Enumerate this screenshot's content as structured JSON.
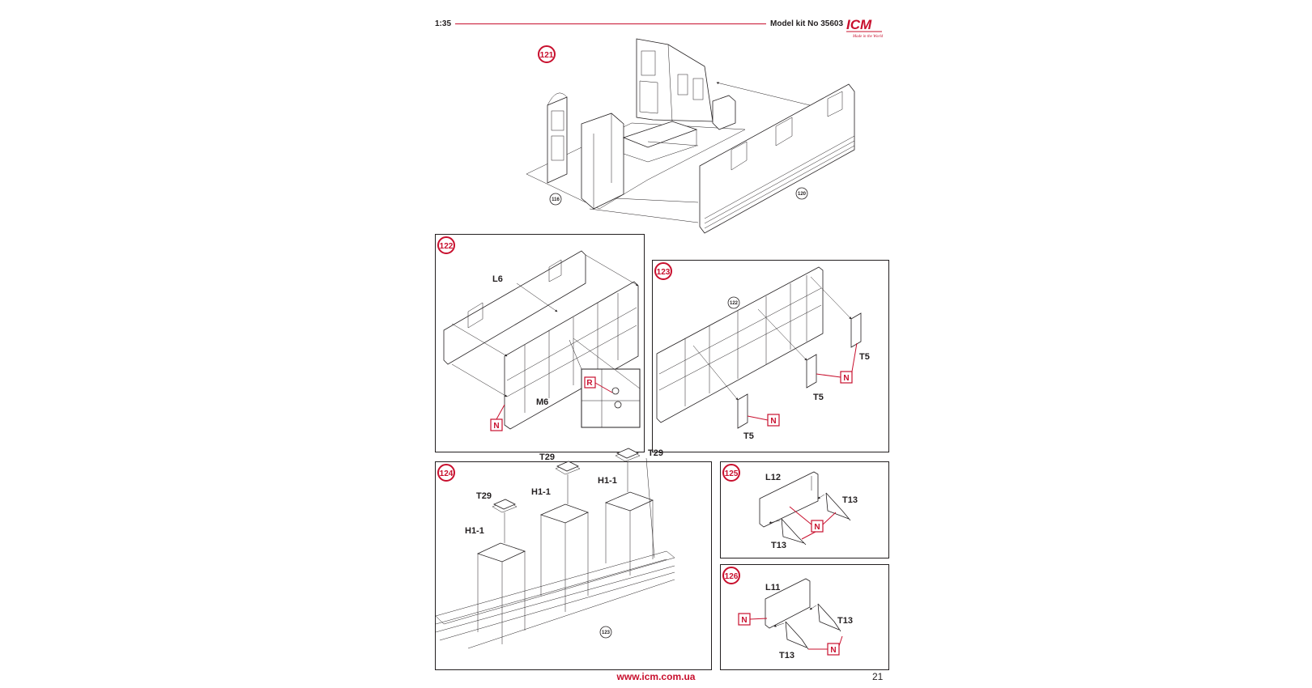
{
  "header": {
    "scale": "1:35",
    "kit": "Model kit No 35603",
    "logo": "ICM",
    "logo_tagline": "Made in the World",
    "accent_color": "#c8102e"
  },
  "footer": {
    "url": "www.icm.com.ua",
    "page": "21"
  },
  "steps": {
    "s121": {
      "num": "121",
      "refs": [
        "116",
        "120"
      ]
    },
    "s122": {
      "num": "122",
      "labels": [
        "L6",
        "M6",
        "R",
        "N"
      ]
    },
    "s123": {
      "num": "123",
      "ref": "122",
      "labels": [
        "T5",
        "T5",
        "T5",
        "N",
        "N"
      ]
    },
    "s124": {
      "num": "124",
      "ref": "123",
      "labels": [
        "T29",
        "T29",
        "T29",
        "H1-1",
        "H1-1",
        "H1-1"
      ]
    },
    "s125": {
      "num": "125",
      "labels": [
        "L12",
        "T13",
        "T13",
        "N"
      ]
    },
    "s126": {
      "num": "126",
      "labels": [
        "L11",
        "T13",
        "T13",
        "N",
        "N"
      ]
    }
  }
}
